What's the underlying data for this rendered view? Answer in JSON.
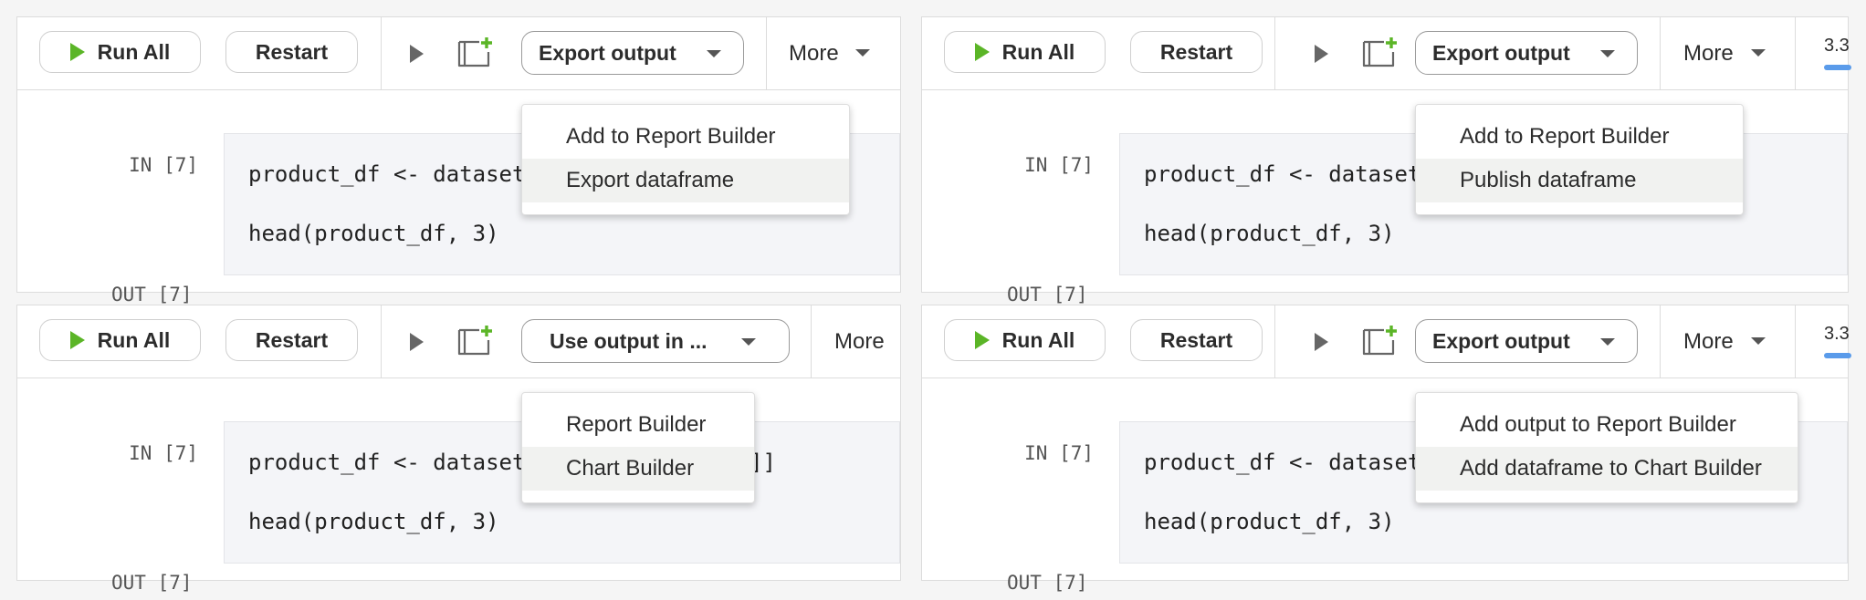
{
  "toolbar": {
    "run_all_label": "Run All",
    "restart_label": "Restart",
    "more_label": "More"
  },
  "cell": {
    "in_label": "IN [7]",
    "out_label": "OUT [7]",
    "code_line_1": "product_df <- datasets[['product_data']]",
    "code_line_2": "head(product_df, 3)"
  },
  "version_partial": "3.3",
  "panels": [
    {
      "dropdown_label": "Export output",
      "menu": [
        "Add to Report Builder",
        "Export dataframe"
      ],
      "highlighted": 1
    },
    {
      "dropdown_label": "Export output",
      "menu": [
        "Add to Report Builder",
        "Publish dataframe"
      ],
      "highlighted": 1
    },
    {
      "dropdown_label": "Use output in ...",
      "menu": [
        "Report Builder",
        "Chart Builder"
      ],
      "highlighted": 1
    },
    {
      "dropdown_label": "Export output",
      "menu": [
        "Add output to Report Builder",
        "Add dataframe to Chart Builder"
      ],
      "highlighted": 1
    }
  ],
  "colors": {
    "run_icon": "#5bb527",
    "add_cell_plus": "#5bb527",
    "progress_bar": "#5a9bea",
    "menu_highlight": "#f1f2f0"
  }
}
